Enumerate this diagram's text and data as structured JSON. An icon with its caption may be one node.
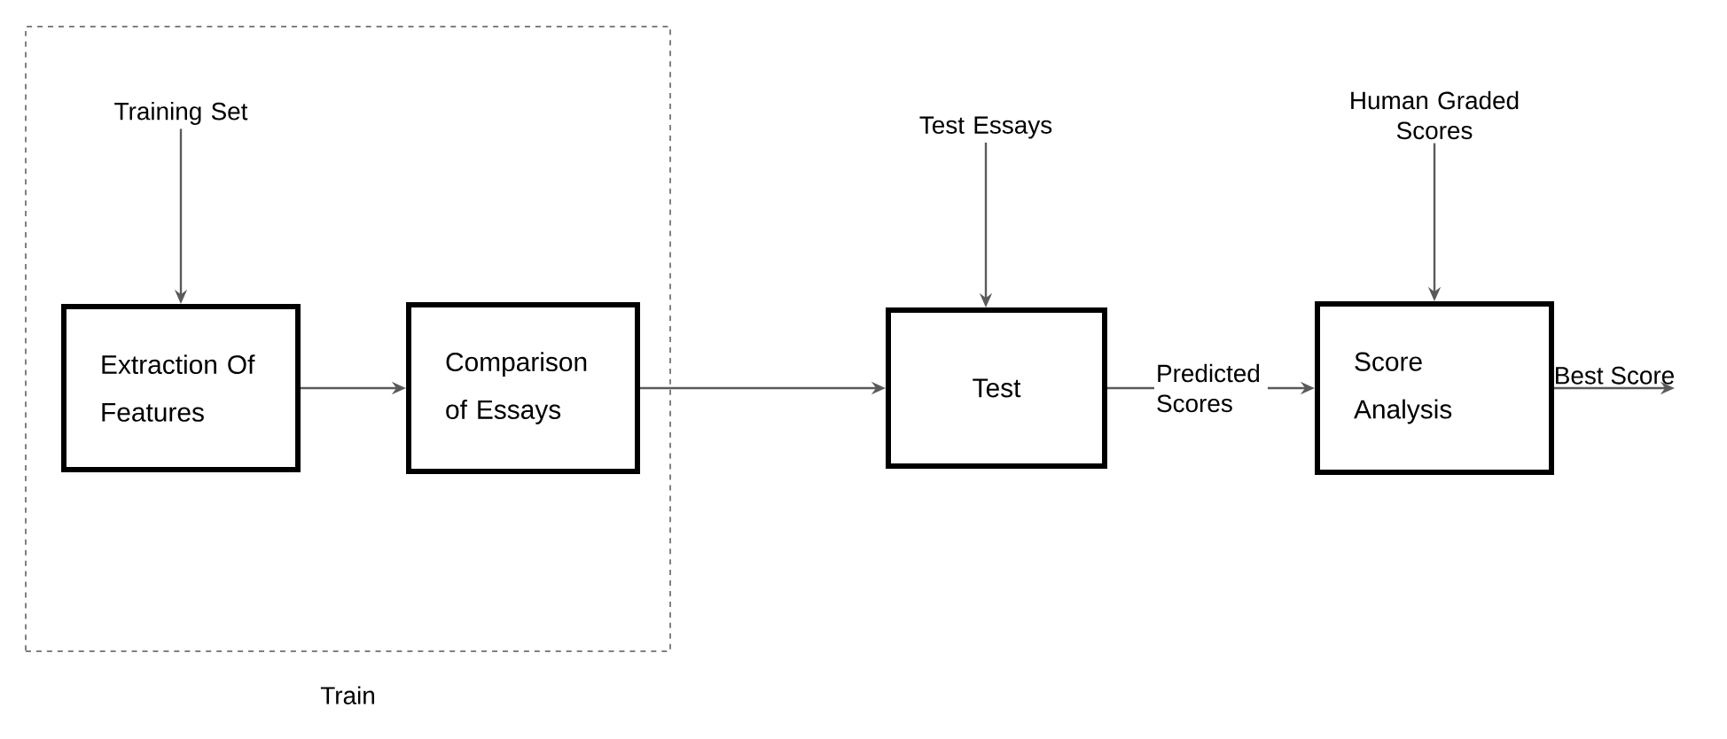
{
  "diagram": {
    "nodes": [
      {
        "text": [
          "Train"
        ]
      },
      {
        "text": [
          "Training Set"
        ],
        "in": 0
      },
      {
        "text": [
          "Extraction Of Features"
        ],
        "in": 0
      },
      {
        "text": [
          "Comparison of Essays"
        ],
        "in": 0
      },
      {
        "text": [
          "Test Essays"
        ]
      },
      {
        "text": [
          "Test"
        ]
      },
      {
        "text": [
          "Human Graded Scores"
        ]
      },
      {
        "text": [
          "Score Analysis"
        ]
      }
    ],
    "edges": [
      {
        "from": 1,
        "to": 2,
        "arrow": "to"
      },
      {
        "from": 2,
        "to": 3,
        "arrow": "to"
      },
      {
        "from": 3,
        "to": 5,
        "arrow": "to"
      },
      {
        "from": 4,
        "to": 5,
        "arrow": "to"
      },
      {
        "from": 5,
        "to": 7,
        "arrow": "to",
        "label": "Predicted Scores"
      },
      {
        "from": 6,
        "to": 7,
        "arrow": "to"
      },
      {
        "from": 7,
        "to": null,
        "arrow": "to",
        "label": "Best Score"
      }
    ]
  }
}
